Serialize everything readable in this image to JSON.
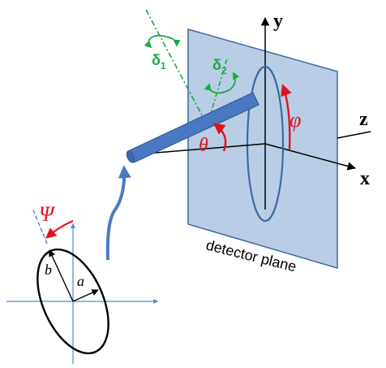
{
  "labels": {
    "y_axis": "y",
    "z_axis": "z",
    "x_axis": "x",
    "phi": "φ",
    "theta": "θ",
    "psi": "Ψ",
    "a": "a",
    "b": "b",
    "delta1_base": "δ",
    "delta1_sub": "1",
    "delta2_base": "δ",
    "delta2_sub": "2",
    "detector_plane": "detector plane"
  },
  "colors": {
    "detector_fill": "#b9cde4",
    "detector_stroke": "#3c6aa0",
    "rod": "#4a79c2",
    "rod_dark": "#2e5a98",
    "angle_red": "#e0141e",
    "angle_green": "#1aaa44",
    "axis_blue": "#5b86c6",
    "black": "#000000"
  }
}
